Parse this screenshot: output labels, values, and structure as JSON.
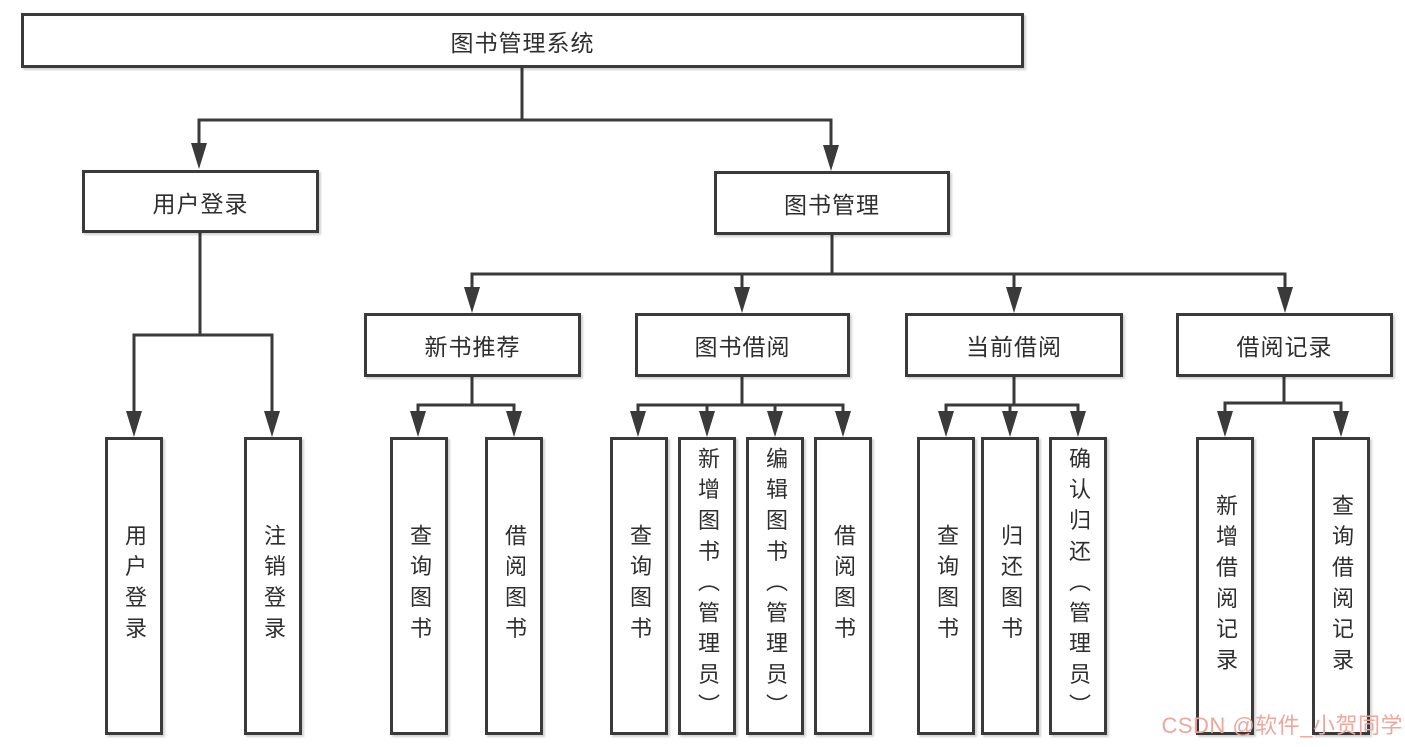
{
  "diagram": {
    "root": {
      "label": "图书管理系统"
    },
    "level2": [
      {
        "label": "用户登录"
      },
      {
        "label": "图书管理"
      }
    ],
    "level3": [
      {
        "label": "新书推荐"
      },
      {
        "label": "图书借阅"
      },
      {
        "label": "当前借阅"
      },
      {
        "label": "借阅记录"
      }
    ],
    "leaves": [
      {
        "label": "用户登录"
      },
      {
        "label": "注销登录"
      },
      {
        "label": "查询图书"
      },
      {
        "label": "借阅图书"
      },
      {
        "label": "查询图书"
      },
      {
        "label": "新增图书（管理员）"
      },
      {
        "label": "编辑图书（管理员）"
      },
      {
        "label": "借阅图书"
      },
      {
        "label": "查询图书"
      },
      {
        "label": "归还图书"
      },
      {
        "label": "确认归还（管理员）"
      },
      {
        "label": "新增借阅记录"
      },
      {
        "label": "查询借阅记录"
      }
    ],
    "colors": {
      "line": "#3a3a3a",
      "box_background": "#ffffff",
      "text": "#2e2e2e"
    }
  },
  "watermark": {
    "text": "CSDN @软件_小贺同学",
    "color": "#eda79f"
  }
}
